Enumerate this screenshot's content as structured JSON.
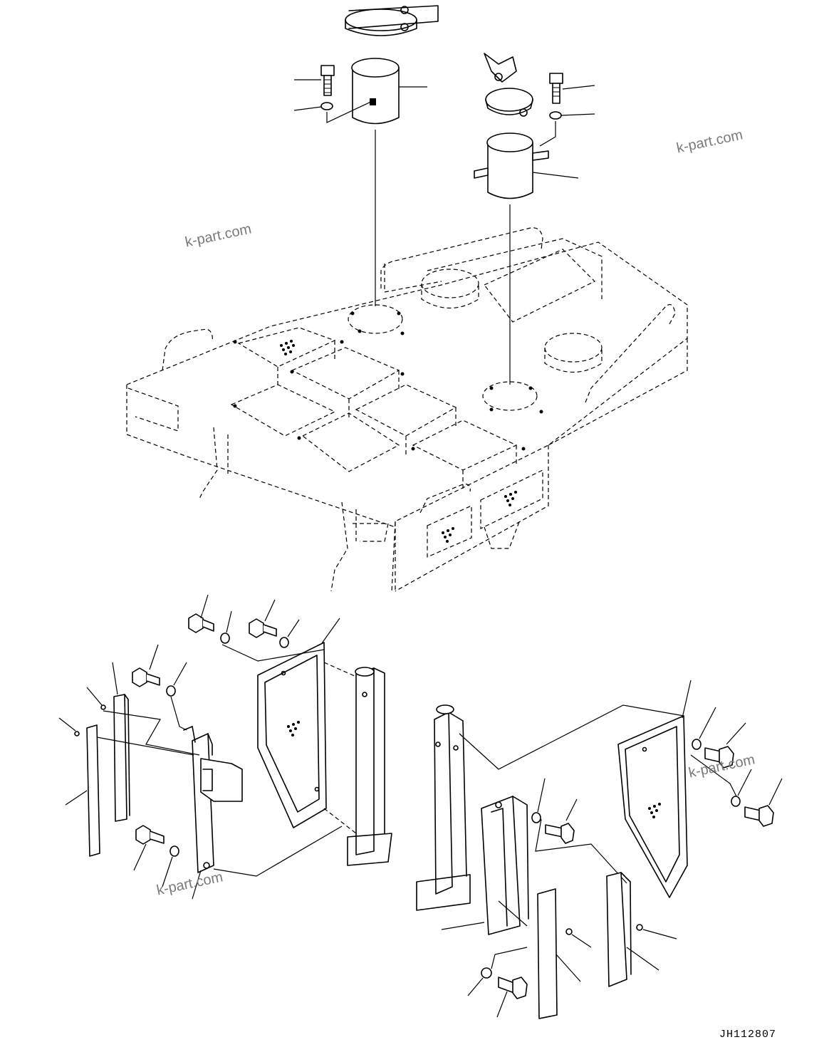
{
  "watermark": "k-part.com",
  "drawing_code": "JH112807",
  "icons": {
    "frame": "engine-cover-frame",
    "muffler": "muffler-cylinder",
    "bolt": "hex-bolt",
    "washer": "washer",
    "panel": "perforated-side-panel",
    "bracket": "support-bracket",
    "seal": "rubber-seal-strip"
  }
}
